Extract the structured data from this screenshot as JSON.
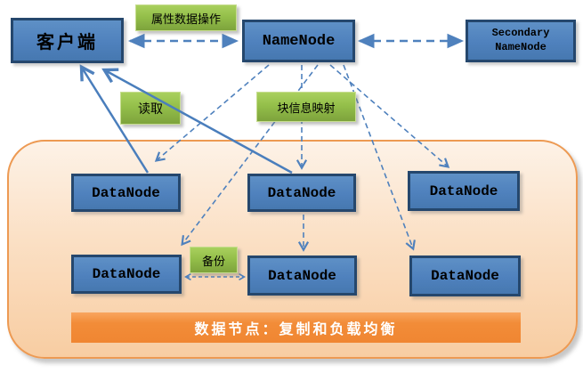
{
  "nodes": {
    "client": "客户端",
    "namenode": "NameNode",
    "secondary_line1": "Secondary",
    "secondary_line2": "NameNode",
    "datanodes": [
      "DataNode",
      "DataNode",
      "DataNode",
      "DataNode",
      "DataNode",
      "DataNode"
    ]
  },
  "labels": {
    "meta_ops": "属性数据操作",
    "read": "读取",
    "block_map": "块信息映射",
    "backup": "备份"
  },
  "banner": {
    "text": "数据节点：复制和负载均衡"
  },
  "colors": {
    "node_fill": "#4f81bd",
    "node_border": "#25476d",
    "node_text": "#000000",
    "label_green": "#94bf4a",
    "container_fill": "#fbe0c5",
    "container_border": "#ed9a53",
    "banner_fill": "#f28c38",
    "banner_text": "#ffffff",
    "arrow": "#4f81bd"
  }
}
